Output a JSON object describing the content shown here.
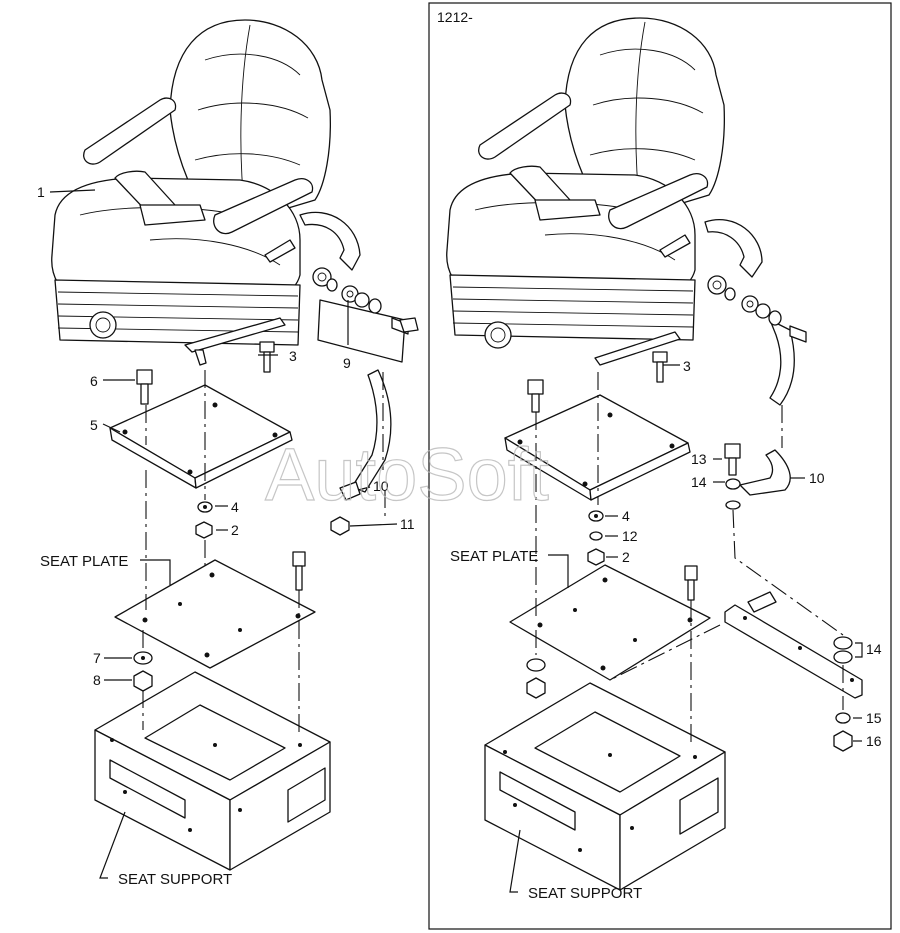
{
  "watermark": "AutoSoft",
  "left_panel": {
    "callouts": {
      "c1": "1",
      "c2": "2",
      "c3": "3",
      "c4": "4",
      "c5": "5",
      "c6": "6",
      "c7": "7",
      "c8": "8",
      "c9": "9",
      "c10": "10",
      "c11": "11"
    },
    "seat_plate_label": "SEAT PLATE",
    "seat_support_label": "SEAT SUPPORT"
  },
  "right_panel": {
    "header": "1212-",
    "callouts": {
      "c2": "2",
      "c3": "3",
      "c4": "4",
      "c10": "10",
      "c12": "12",
      "c13": "13",
      "c14a": "14",
      "c14b": "14",
      "c15": "15",
      "c16": "16"
    },
    "seat_plate_label": "SEAT PLATE",
    "seat_support_label": "SEAT SUPPORT"
  }
}
